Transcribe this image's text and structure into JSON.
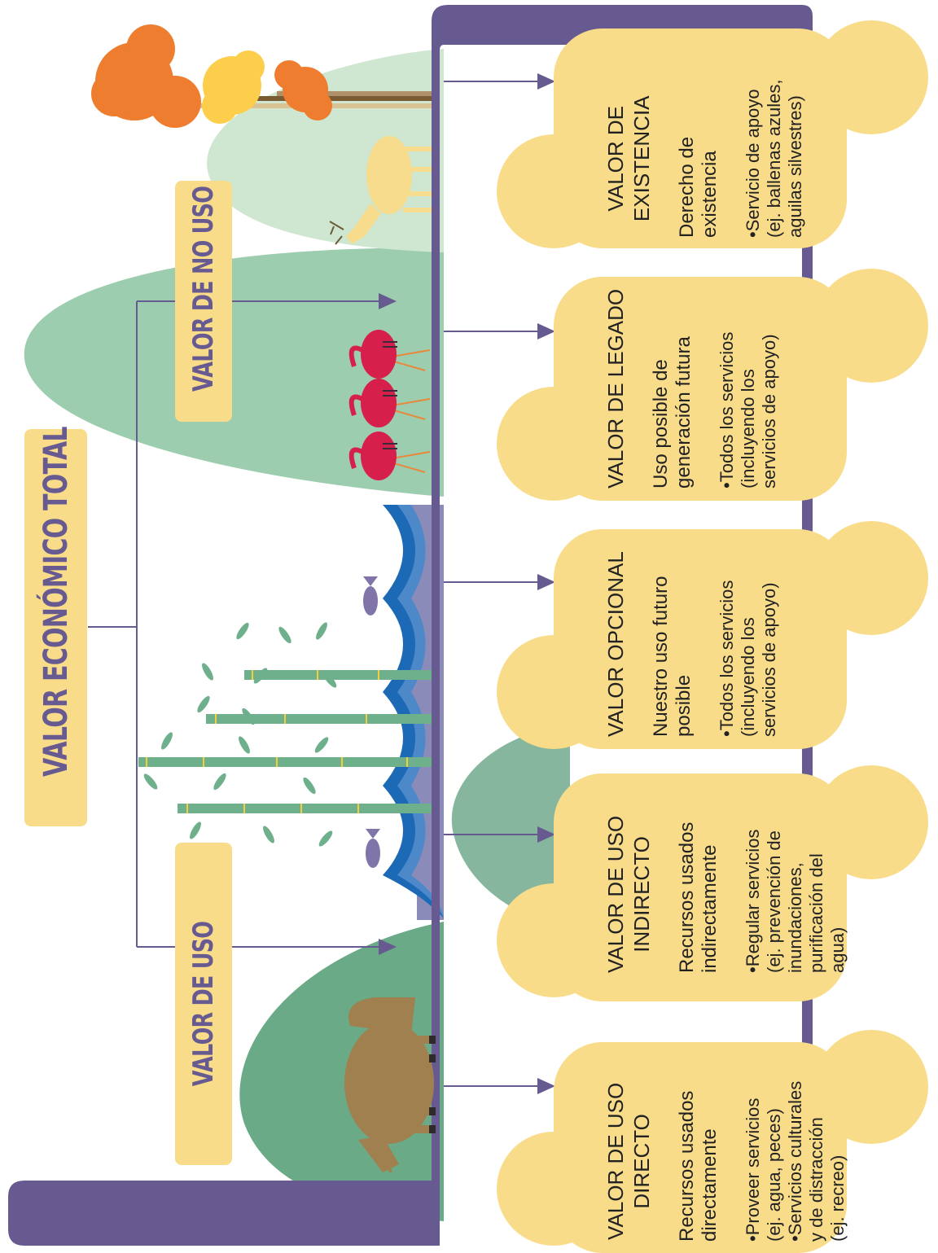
{
  "header": {
    "title": "VALOR   ECONÓMICO   TOTAL",
    "use_label": "VALOR DE USO",
    "non_use_label": "VALOR DE NO USO"
  },
  "colors": {
    "purple": "#675a91",
    "banner": "#f9dc8a",
    "card": "#f9dc8a",
    "hill_dark": "#6aaa86",
    "hill_mid": "#9dcdaf",
    "hill_light": "#cfe6d0",
    "water": "#1c6ab5",
    "flamingo": "#d6204b",
    "bamboo": "#6fb08c"
  },
  "cards": [
    {
      "title": [
        "VALOR DE USO",
        "DIRECTO"
      ],
      "subtitle": [
        "Recursos usados",
        "directamente"
      ],
      "bullets": [
        "•Proveer servicios",
        "(ej. agua, peces)",
        "•Servicios culturales",
        "y de distracción",
        "(ej. recreo)"
      ]
    },
    {
      "title": [
        "VALOR DE USO",
        "INDIRECTO"
      ],
      "subtitle": [
        "Recursos usados",
        "indirectamente"
      ],
      "bullets": [
        "•Regular servicios",
        "(ej. prevención de",
        "inundaciones,",
        "purificación del",
        "agua)"
      ]
    },
    {
      "title": [
        "VALOR OPCIONAL"
      ],
      "subtitle": [
        "Nuestro uso futuro",
        "posible"
      ],
      "bullets": [
        "•Todos los servicios",
        "(incluyendo los",
        "servicios de apoyo)"
      ]
    },
    {
      "title": [
        "VALOR DE LEGADO"
      ],
      "subtitle": [
        "Uso posible de",
        "generación futura"
      ],
      "bullets": [
        "•Todos los servicios",
        "(incluyendo los",
        "servicios de apoyo)"
      ]
    },
    {
      "title": [
        "VALOR DE",
        "EXISTENCIA"
      ],
      "subtitle": [
        "Derecho de",
        "existencia"
      ],
      "bullets": [
        "•Servicio de apoyo",
        "(ej. ballenas azules,",
        "aguilas silvestres)"
      ]
    }
  ]
}
